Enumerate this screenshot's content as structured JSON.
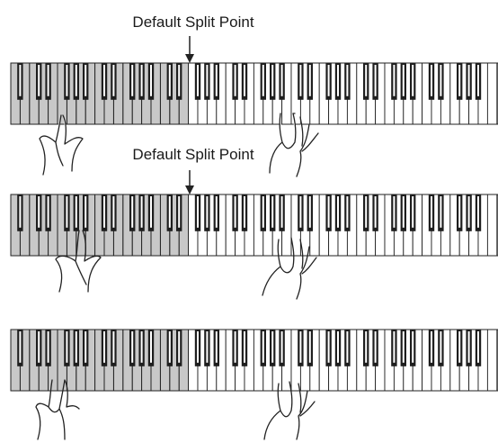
{
  "labels": {
    "split_point_1": "Default Split Point",
    "split_point_2": "Default Split Point"
  },
  "colors": {
    "split_zone": "#c8c8c8",
    "white_key": "#ffffff",
    "black_key": "#1e1e1e",
    "line": "#222222"
  },
  "keyboards": [
    {
      "name": "keyboard-1",
      "split_key_index": 19,
      "has_split_label": true,
      "left_hand": "one-finger",
      "right_hand": "three-finger-chord"
    },
    {
      "name": "keyboard-2",
      "split_key_index": 19,
      "has_split_label": true,
      "left_hand": "one-finger",
      "right_hand": "three-finger-chord"
    },
    {
      "name": "keyboard-3",
      "split_key_index": 19,
      "has_split_label": false,
      "left_hand": "two-finger",
      "right_hand": "three-finger-chord"
    }
  ],
  "icons": [
    "down-arrow-icon",
    "hand-icon"
  ]
}
